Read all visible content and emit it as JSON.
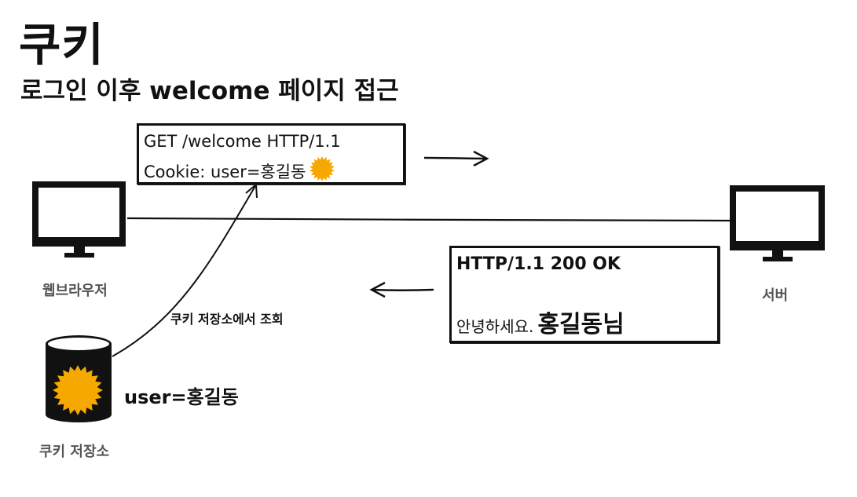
{
  "title": "쿠키",
  "subtitle": "로그인 이후 welcome 페이지 접근",
  "request": {
    "line1": "GET /welcome HTTP/1.1",
    "line2": "Cookie: user=홍길동"
  },
  "response": {
    "status_line": "HTTP/1.1 200 OK",
    "greeting_prefix": "안녕하세요.",
    "greeting_name": "홍길동님"
  },
  "browser": {
    "label": "웹브라우저"
  },
  "server": {
    "label": "서버"
  },
  "cookie_store": {
    "label": "쿠키 저장소",
    "lookup_label": "쿠키 저장소에서 조회",
    "value": "user=홍길동"
  },
  "colors": {
    "cookie": "#F5A800",
    "ink": "#111111"
  },
  "icons": [
    "monitor-icon",
    "database-icon",
    "cookie-sun-icon",
    "arrow-right-icon",
    "arrow-left-icon"
  ]
}
